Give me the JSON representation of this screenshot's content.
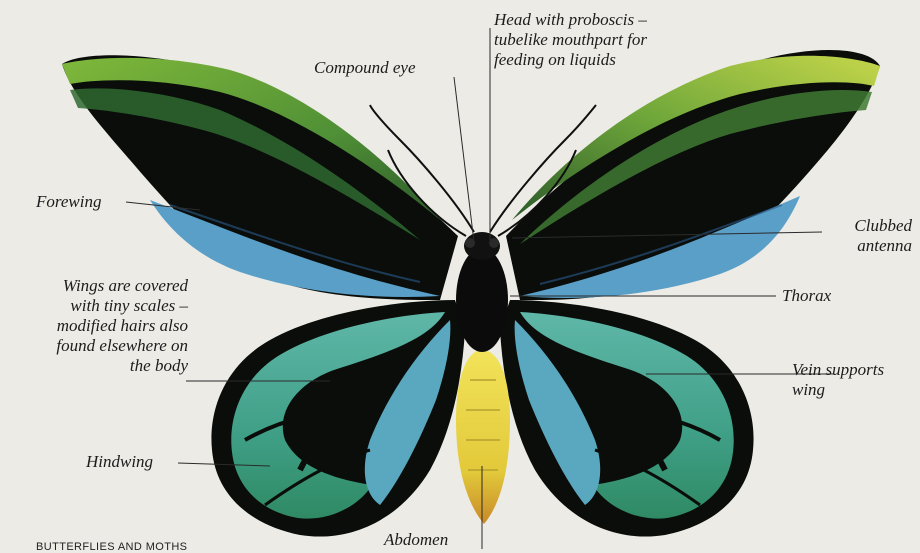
{
  "colors": {
    "background": "#edebe6",
    "wing_black": "#0a0d0a",
    "wing_green": "#6fa73a",
    "wing_blue": "#5a9fc8",
    "hindwing_teal": "#4faa9a",
    "abdomen_yellow": "#e8d63a",
    "leader_lines": "#2a2a2a"
  },
  "labels": {
    "head": [
      "Head with proboscis –",
      "tubelike mouthpart for",
      "feeding on liquids"
    ],
    "compound_eye": "Compound eye",
    "forewing": "Forewing",
    "clubbed_antenna": [
      "Clubbed",
      "antenna"
    ],
    "scales": [
      "Wings are covered",
      "with tiny scales –",
      "modified hairs also",
      "found elsewhere on",
      "the body"
    ],
    "thorax": "Thorax",
    "vein": [
      "Vein supports",
      "wing"
    ],
    "hindwing": "Hindwing",
    "abdomen": "Abdomen"
  },
  "footer": "BUTTERFLIES AND MOTHS"
}
